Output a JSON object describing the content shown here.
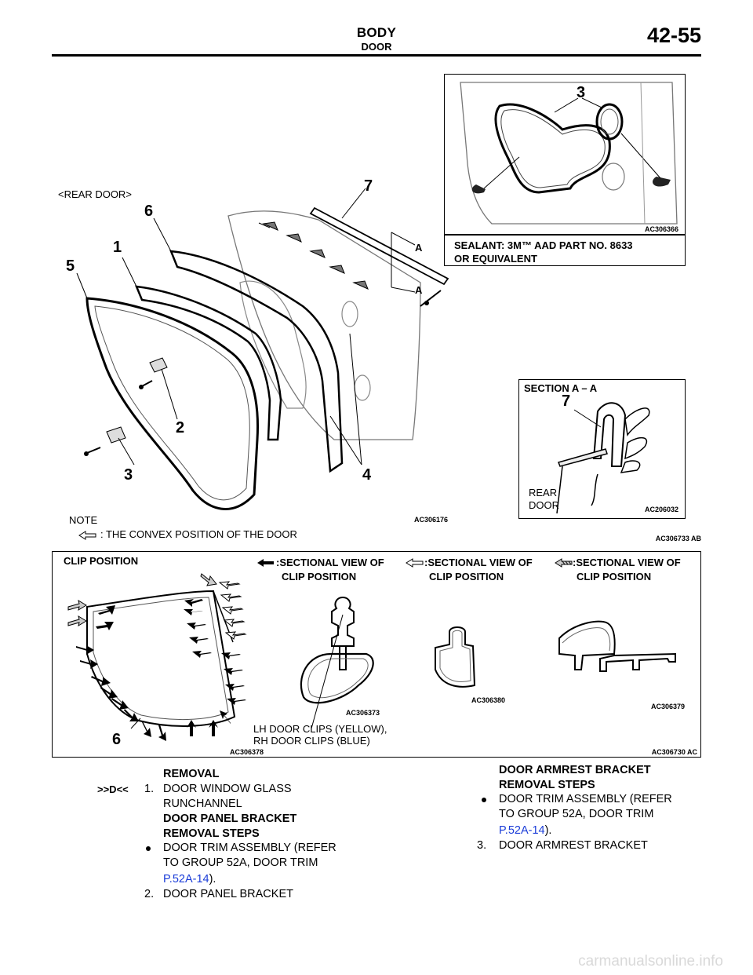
{
  "header": {
    "title": "BODY",
    "subtitle": "DOOR",
    "page": "42-55"
  },
  "diagram_top": {
    "rear_door_label": "<REAR  DOOR>",
    "note_title": "NOTE",
    "note_text": ": THE CONVEX POSITION OF THE DOOR",
    "part_numbers": [
      "1",
      "2",
      "3",
      "4",
      "5",
      "6",
      "7"
    ],
    "section_letter": "A",
    "code_main": "AC306176",
    "code_outer": "AC306733 AB",
    "inset_sealant": {
      "part": "3",
      "text_line1": "SEALANT: 3M™ AAD PART NO. 8633",
      "text_line2": "OR EQUIVALENT",
      "code": "AC306366"
    },
    "inset_section": {
      "title": "SECTION A – A",
      "part": "7",
      "rear": "REAR",
      "door": "DOOR",
      "code": "AC206032"
    }
  },
  "diagram_bottom": {
    "title": "CLIP POSITION",
    "legend_1": ":SECTIONAL VIEW OF",
    "legend_sub": "CLIP POSITION",
    "part": "6",
    "clip_note_line1": "LH DOOR CLIPS (YELLOW),",
    "clip_note_line2": "RH DOOR CLIPS (BLUE)",
    "code_door": "AC306378",
    "code_clip1": "AC306373",
    "code_clip2": "AC306380",
    "code_clip3": "AC306379",
    "code_outer": "AC306730 AC"
  },
  "steps_left": {
    "heading": "REMOVAL",
    "marker": ">>D<<",
    "step1_num": "1.",
    "step1_line1": "DOOR WINDOW GLASS",
    "step1_line2": "RUNCHANNEL",
    "sub_heading_1": "DOOR PANEL BRACKET",
    "sub_heading_2": "REMOVAL STEPS",
    "bullet_line1": "DOOR TRIM ASSEMBLY (REFER",
    "bullet_line2": "TO GROUP 52A, DOOR TRIM",
    "bullet_link": "P.52A-14",
    "bullet_end": ").",
    "step2_num": "2.",
    "step2_text": "DOOR PANEL BRACKET"
  },
  "steps_right": {
    "heading_1": "DOOR ARMREST BRACKET",
    "heading_2": "REMOVAL STEPS",
    "bullet_line1": "DOOR TRIM ASSEMBLY (REFER",
    "bullet_line2": "TO GROUP 52A, DOOR TRIM",
    "bullet_link": "P.52A-14",
    "bullet_end": ").",
    "step3_num": "3.",
    "step3_text": "DOOR ARMREST BRACKET"
  },
  "footer": {
    "watermark": "carmanualsonline.info"
  }
}
